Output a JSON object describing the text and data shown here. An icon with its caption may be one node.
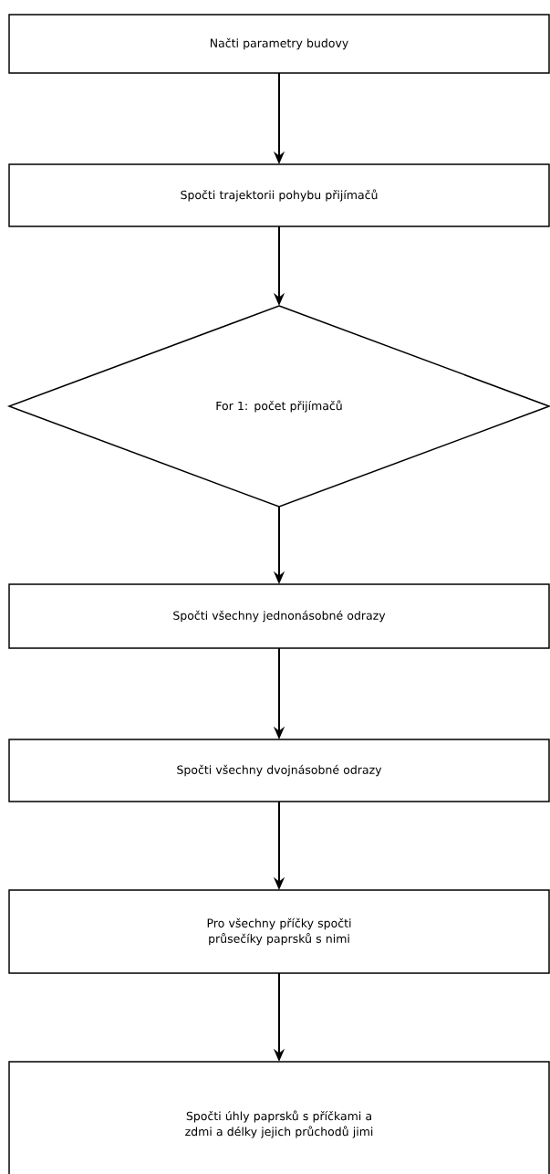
{
  "diagram": {
    "nodes": [
      {
        "text": [
          "Načti parametry budovy"
        ]
      },
      {
        "text": [
          "Spočti trajektorii pohybu přijímačů"
        ]
      },
      {
        "text": [
          "For 1: počet přijímačů"
        ]
      },
      {
        "text": [
          "Spočti všechny jednonásobné odrazy"
        ]
      },
      {
        "text": [
          "Spočti všechny dvojnásobné odrazy"
        ]
      },
      {
        "text": [
          "Pro všechny příčky spočti průsečíky paprsků s nimi"
        ]
      },
      {
        "text": [
          "Spočti úhly paprsků s příčkami a zdmi a délky jejich průchodů jimi"
        ]
      }
    ],
    "edges": [
      {
        "from": 0,
        "to": 1,
        "arrow": "to"
      },
      {
        "from": 1,
        "to": 2,
        "arrow": "to"
      },
      {
        "from": 2,
        "to": 3,
        "arrow": "to"
      },
      {
        "from": 3,
        "to": 4,
        "arrow": "to"
      },
      {
        "from": 4,
        "to": 5,
        "arrow": "to"
      },
      {
        "from": 5,
        "to": 6,
        "arrow": "to"
      }
    ]
  }
}
